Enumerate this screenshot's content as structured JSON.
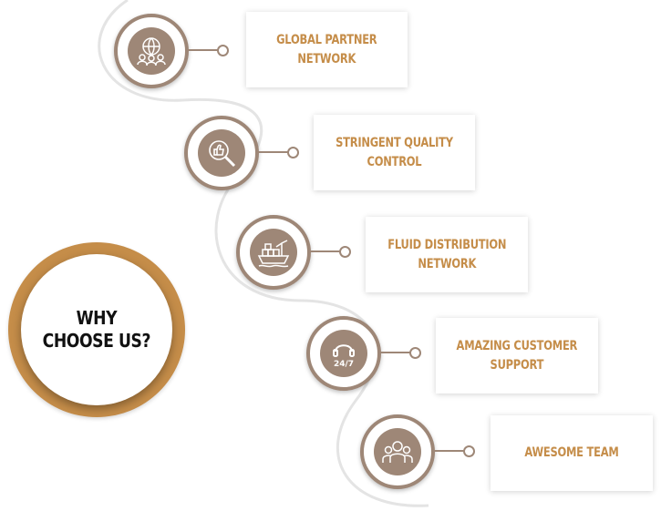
{
  "hub": {
    "line1": "WHY",
    "line2": "CHOOSE US?"
  },
  "colors": {
    "accent": "#c58d49",
    "icon_bg": "#9e8777",
    "path": "#e4e4e4"
  },
  "items": [
    {
      "line1": "GLOBAL PARTNER",
      "line2": "NETWORK",
      "icon": "global-network-icon"
    },
    {
      "line1": "STRINGENT QUALITY",
      "line2": "CONTROL",
      "icon": "quality-inspection-icon"
    },
    {
      "line1": "FLUID DISTRIBUTION",
      "line2": "NETWORK",
      "icon": "cargo-ship-icon"
    },
    {
      "line1": "AMAZING CUSTOMER",
      "line2": "SUPPORT",
      "icon": "headset-24-7-icon"
    },
    {
      "line1": "AWESOME TEAM",
      "line2": "",
      "icon": "team-icon"
    }
  ]
}
